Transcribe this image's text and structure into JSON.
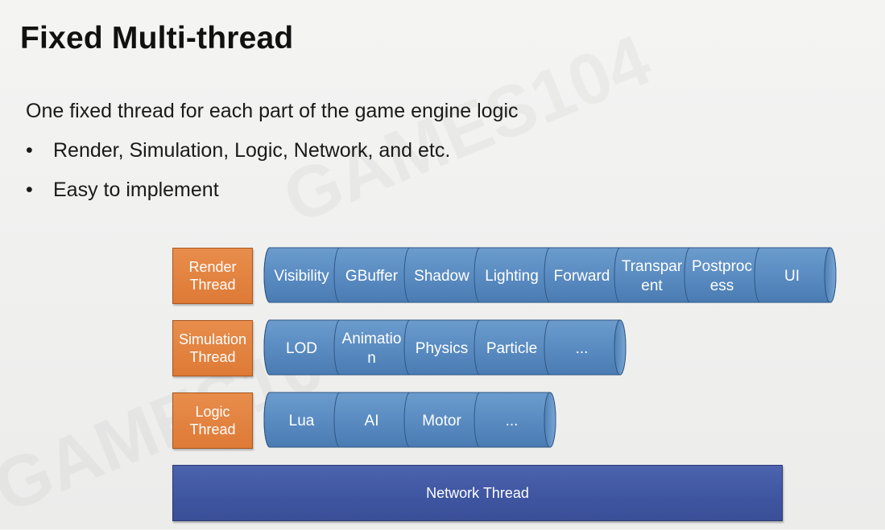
{
  "slide": {
    "title": "Fixed Multi-thread",
    "intro": "One fixed thread for each part of the game engine logic",
    "bullets": [
      "Render, Simulation, Logic, Network, and etc.",
      "Easy to implement"
    ],
    "bullet_symbol": "•"
  },
  "watermark": "GAMES104",
  "threads": [
    {
      "label": "Render\nThread",
      "tasks": [
        "Visibility",
        "GBuffer",
        "Shadow",
        "Lighting",
        "Forward",
        "Transpar\nent",
        "Postproc\ness",
        "UI"
      ]
    },
    {
      "label": "Simulation\nThread",
      "tasks": [
        "LOD",
        "Animatio\nn",
        "Physics",
        "Particle",
        "..."
      ]
    },
    {
      "label": "Logic\nThread",
      "tasks": [
        "Lua",
        "AI",
        "Motor",
        "..."
      ]
    }
  ],
  "network_thread": "Network Thread",
  "colors": {
    "thread_label": "#de7a36",
    "task_pipe": "#5b8fc4",
    "network": "#3e55a0"
  }
}
